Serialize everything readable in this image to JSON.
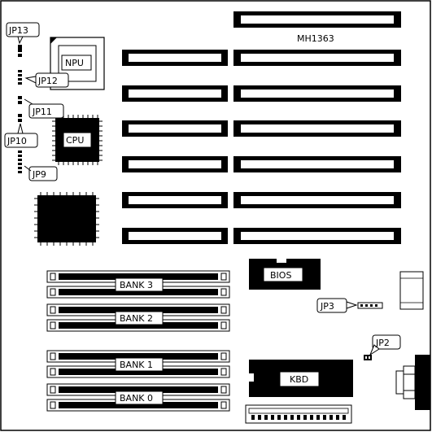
{
  "board": {
    "model": "MH1363",
    "chips": {
      "npu": "NPU",
      "cpu": "CPU",
      "bios": "BIOS",
      "kbd": "KBD"
    },
    "jumpers": {
      "jp13": "JP13",
      "jp12": "JP12",
      "jp11": "JP11",
      "jp10": "JP10",
      "jp9": "JP9",
      "jp3": "JP3",
      "jp2": "JP2"
    },
    "banks": {
      "bank3": "BANK 3",
      "bank2": "BANK 2",
      "bank1": "BANK 1",
      "bank0": "BANK 0"
    }
  }
}
